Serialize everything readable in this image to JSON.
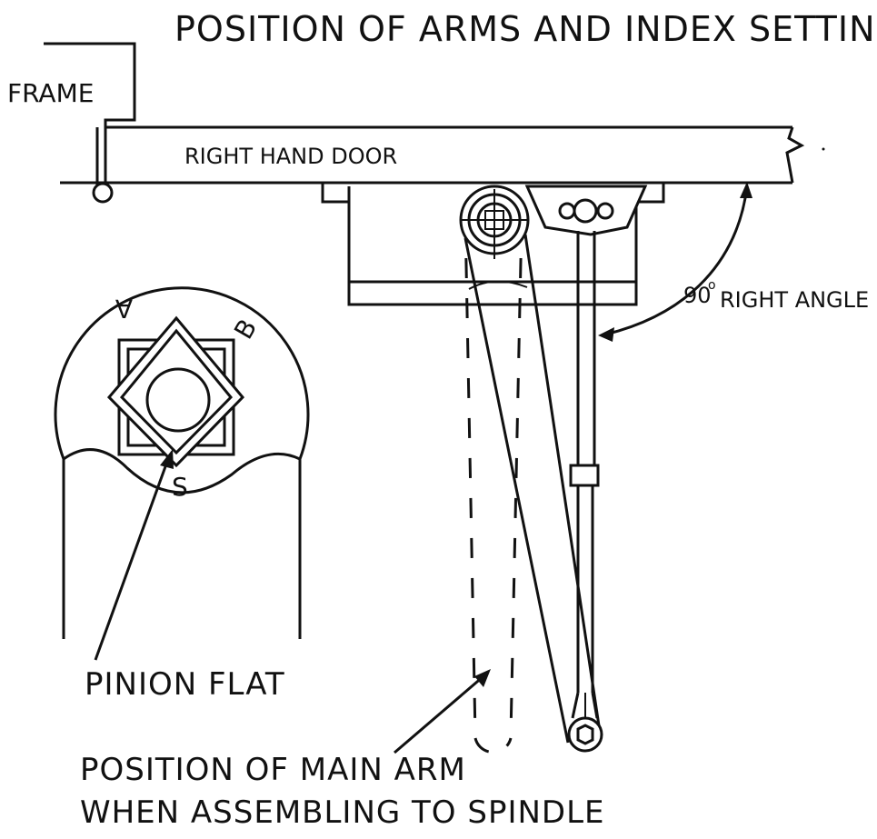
{
  "title": "POSITION OF ARMS AND INDEX SETTINGS",
  "labels": {
    "frame": "FRAME",
    "door": "RIGHT HAND DOOR",
    "angle_symbol": "90",
    "angle": "RIGHT ANGLE",
    "pinion_flat": "PINION FLAT",
    "main_arm_line1": "POSITION OF MAIN ARM",
    "main_arm_line2": "WHEN ASSEMBLING TO SPINDLE",
    "index_a": "A",
    "index_b": "B",
    "index_s": "S"
  },
  "colors": {
    "line": "#111111",
    "background": "#ffffff"
  }
}
